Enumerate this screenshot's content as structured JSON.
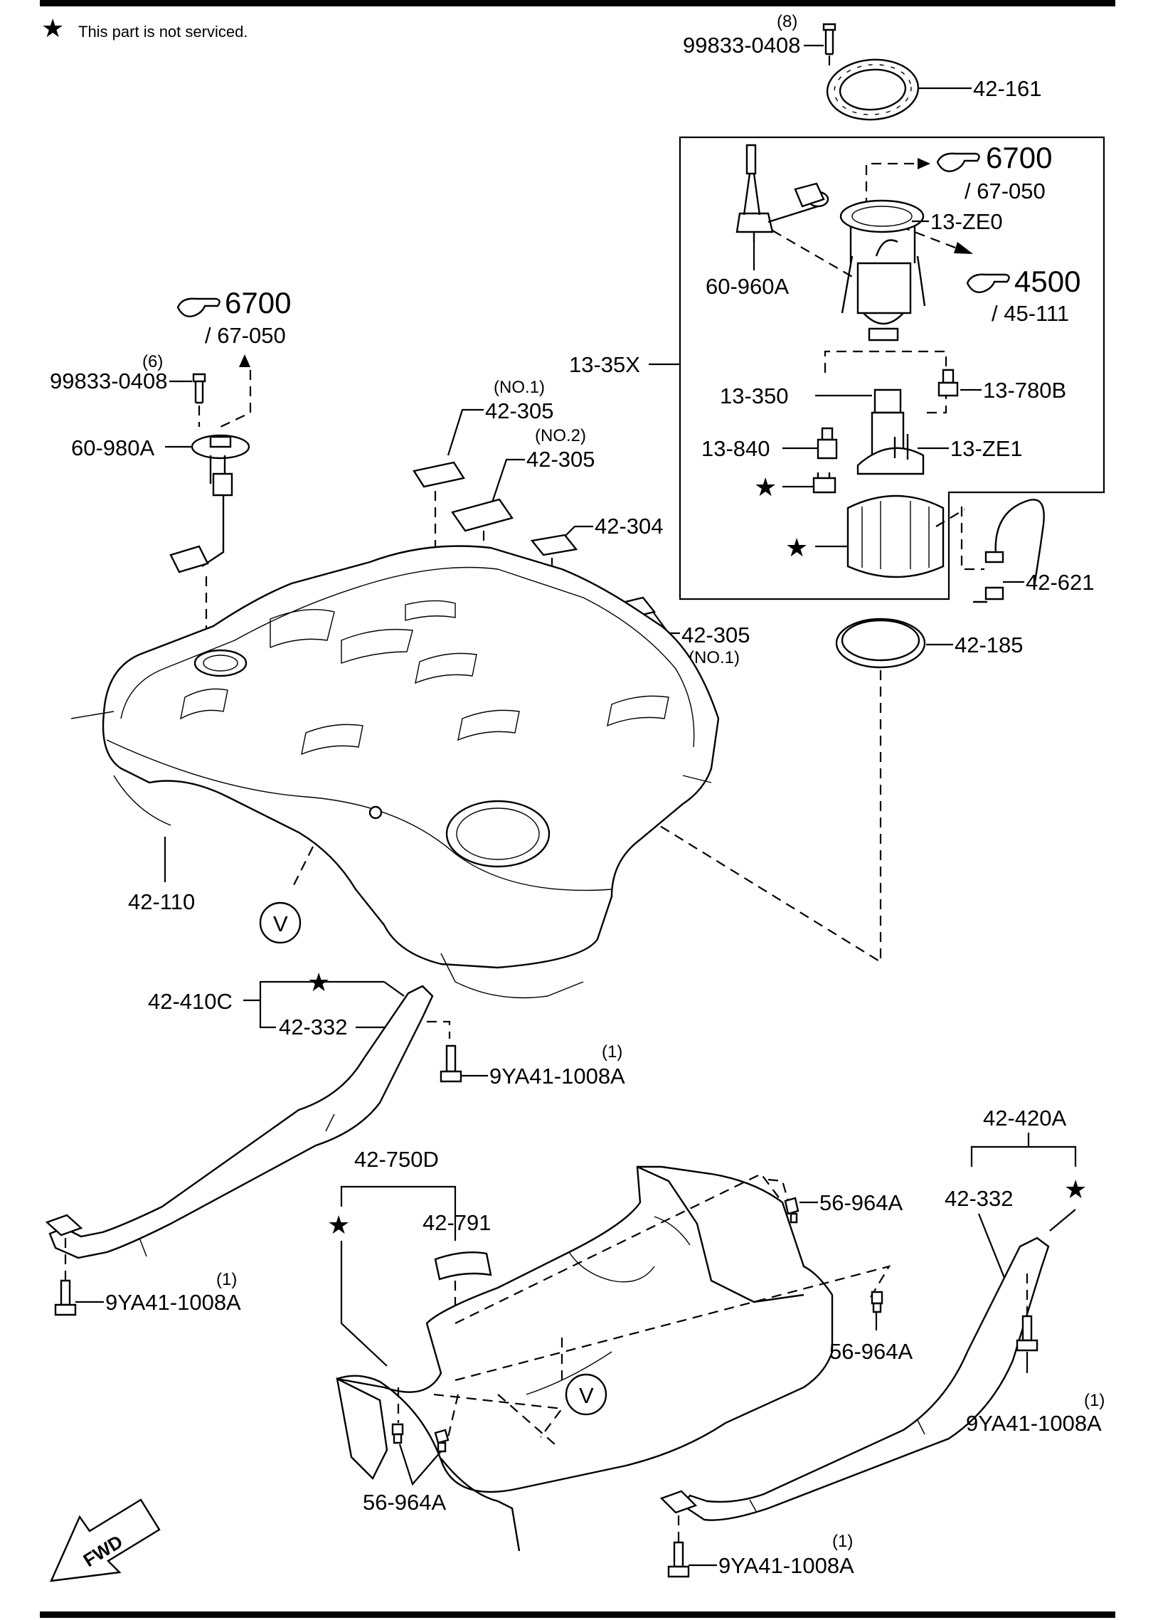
{
  "note": {
    "star": "★",
    "text": "This part is not serviced."
  },
  "refs": [
    {
      "id": "ref-6700-top",
      "num": "6700",
      "sub": "/ 67-050"
    },
    {
      "id": "ref-4500",
      "num": "4500",
      "sub": "/ 45-111"
    },
    {
      "id": "ref-6700-left",
      "num": "6700",
      "sub": "/ 67-050"
    }
  ],
  "labels": {
    "l_99833_top": "99833-0408",
    "q_99833_top": "(8)",
    "l_42161": "42-161",
    "l_13ZE0": "13-ZE0",
    "l_60960A": "60-960A",
    "l_1335X": "13-35X",
    "l_13350": "13-350",
    "l_13780B": "13-780B",
    "l_13840": "13-840",
    "l_13ZE1": "13-ZE1",
    "l_42621": "42-621",
    "l_42185": "42-185",
    "l_99833_left": "99833-0408",
    "q_99833_left": "(6)",
    "l_60980A": "60-980A",
    "l_42305_a": "42-305",
    "q_42305_a": "(NO.1)",
    "l_42305_b": "42-305",
    "q_42305_b": "(NO.2)",
    "l_42304": "42-304",
    "l_42305_c": "42-305",
    "q_42305_c": "(NO.1)",
    "l_42110": "42-110",
    "v_left": "V",
    "l_42410C": "42-410C",
    "l_42332_a": "42-332",
    "l_9YA_a": "9YA41-1008A",
    "q_9YA_a": "(1)",
    "l_42750D": "42-750D",
    "l_42791": "42-791",
    "l_56964A_a": "56-964A",
    "l_56964A_b": "56-964A",
    "l_42420A": "42-420A",
    "l_42332_b": "42-332",
    "l_9YA_b": "9YA41-1008A",
    "q_9YA_b": "(1)",
    "l_9YA_c": "9YA41-1008A",
    "q_9YA_c": "(1)",
    "l_56964A_c": "56-964A",
    "l_9YA_d": "9YA41-1008A",
    "q_9YA_d": "(1)",
    "v_right": "V",
    "fwd": "FWD"
  },
  "stars": [
    "★",
    "★",
    "★",
    "★",
    "★",
    "★"
  ]
}
